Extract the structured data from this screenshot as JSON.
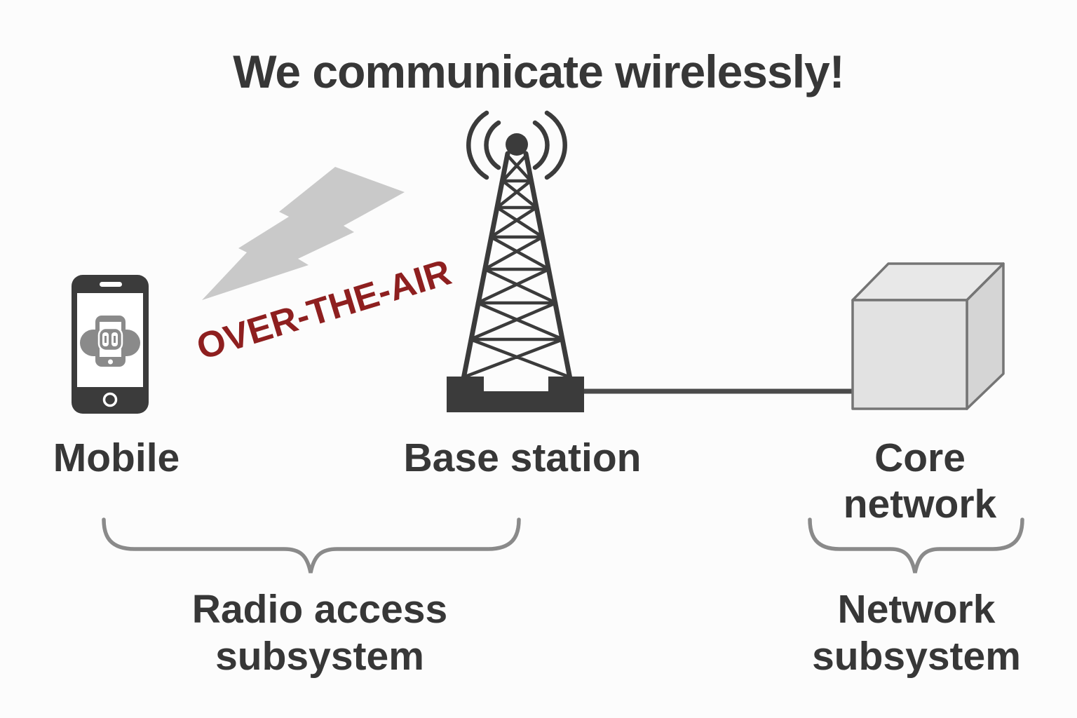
{
  "title": "We communicate wirelessly!",
  "annotation": {
    "over_the_air": "OVER-THE-AIR"
  },
  "nodes": {
    "mobile": {
      "label": "Mobile"
    },
    "base_station": {
      "label": "Base station"
    },
    "core_network": {
      "label": "Core\nnetwork"
    }
  },
  "groups": {
    "radio_access_subsystem": {
      "label": "Radio access\nsubsystem"
    },
    "network_subsystem": {
      "label": "Network\nsubsystem"
    }
  },
  "icons": {
    "mobile_phone": "smartphone-icon",
    "lightning_bolt": "lightning-bolt-icon",
    "cell_tower": "cell-tower-icon",
    "signal_waves": "signal-waves-icon",
    "core_network_cube": "cube-icon",
    "backhaul_line": "wired-link-line",
    "braces": "underbrace-shapes"
  },
  "colors": {
    "background": "#FCFCFC",
    "text_dark": "#373737",
    "accent_red": "#8E1F1F",
    "bolt_gray": "#C9C9C9",
    "icon_dark": "#3B3B3B",
    "inner_icon_gray": "#8A8A8A",
    "brace_gray": "#8A8A8A",
    "link_line": "#4A4A4A",
    "cube_front": "#E2E2E2",
    "cube_top": "#E8E8E8",
    "cube_side": "#D5D5D5",
    "cube_edge": "#757575"
  }
}
